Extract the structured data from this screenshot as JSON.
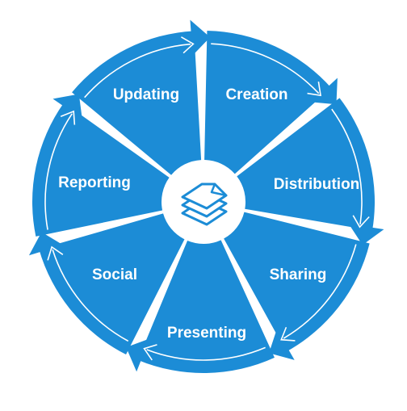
{
  "diagram": {
    "type": "cycle",
    "center_icon": "stacked-documents-icon",
    "colors": {
      "segment_fill": "#1C8CD6",
      "gap": "#ffffff",
      "text": "#ffffff",
      "icon_stroke": "#1C8CD6"
    },
    "segments": [
      {
        "label": "Creation"
      },
      {
        "label": "Distribution"
      },
      {
        "label": "Sharing"
      },
      {
        "label": "Presenting"
      },
      {
        "label": "Social"
      },
      {
        "label": "Reporting"
      },
      {
        "label": "Updating"
      }
    ]
  }
}
